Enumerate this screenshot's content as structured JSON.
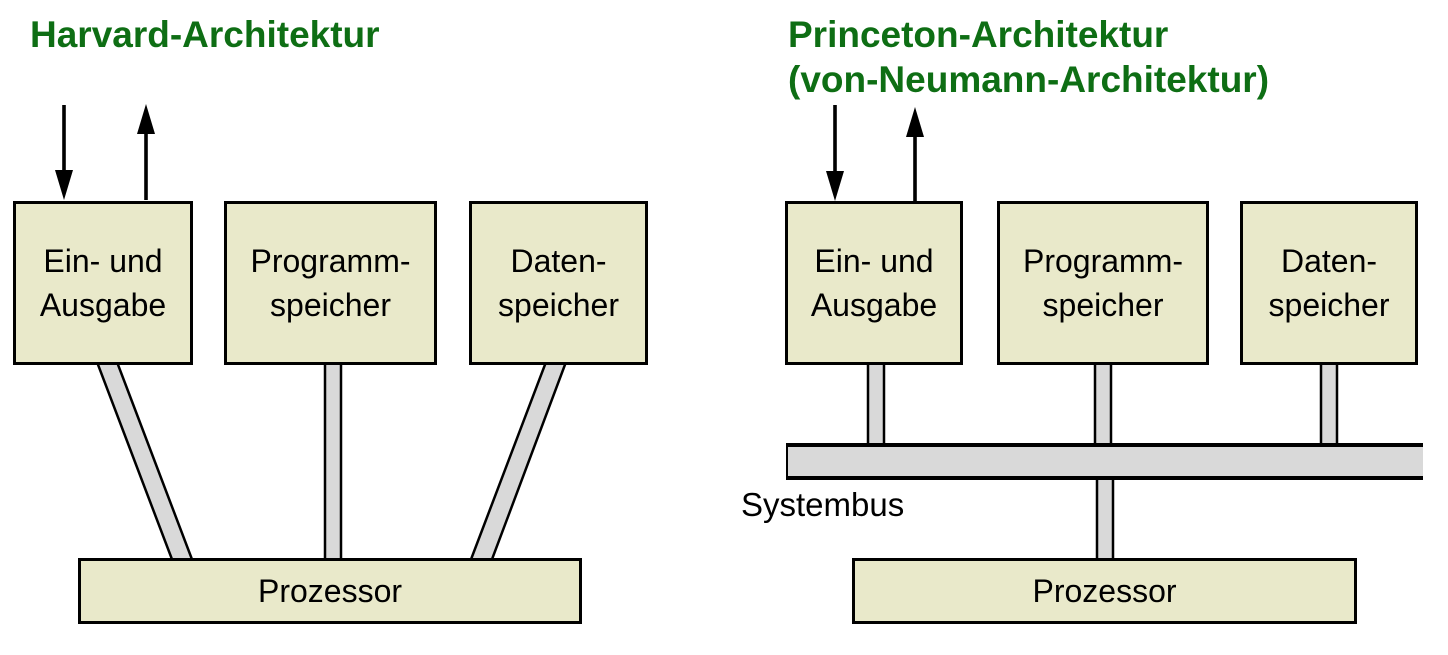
{
  "diagram": {
    "kind": "computer-architecture-comparison",
    "harvard": {
      "title": "Harvard-Architektur",
      "boxes": [
        {
          "id": "io",
          "line1": "Ein- und",
          "line2": "Ausgabe"
        },
        {
          "id": "prog",
          "line1": "Programm-",
          "line2": "speicher"
        },
        {
          "id": "data",
          "line1": "Daten-",
          "line2": "speicher"
        }
      ],
      "processor_label": "Prozessor",
      "connections": [
        "Ein- und Ausgabe -> Prozessor",
        "Programmspeicher -> Prozessor",
        "Datenspeicher -> Prozessor"
      ],
      "arrows": [
        "input-down-arrow",
        "output-up-arrow"
      ]
    },
    "princeton": {
      "title_line1": "Princeton-Architektur",
      "title_line2": "(von-Neumann-Architektur)",
      "boxes": [
        {
          "id": "io",
          "line1": "Ein- und",
          "line2": "Ausgabe"
        },
        {
          "id": "prog",
          "line1": "Programm-",
          "line2": "speicher"
        },
        {
          "id": "data",
          "line1": "Daten-",
          "line2": "speicher"
        }
      ],
      "bus_label": "Systembus",
      "processor_label": "Prozessor",
      "connections": [
        "Ein- und Ausgabe -> Systembus",
        "Programmspeicher -> Systembus",
        "Datenspeicher -> Systembus",
        "Systembus -> Prozessor"
      ],
      "arrows": [
        "input-down-arrow",
        "output-up-arrow"
      ]
    },
    "colors": {
      "title_green": "#0e6e14",
      "box_fill": "#e9e9ca",
      "box_border": "#000000",
      "connector_gray": "#d9d9d9",
      "background": "#ffffff"
    }
  }
}
